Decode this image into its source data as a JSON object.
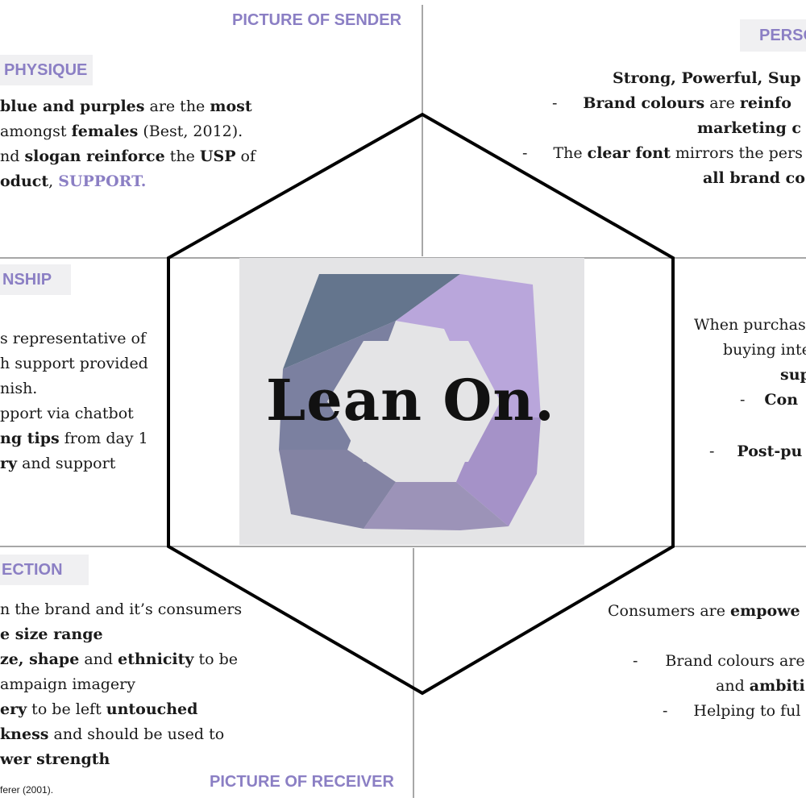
{
  "headings": {
    "picture_of_sender": "PICTURE OF SENDER",
    "picture_of_receiver": "PICTURE OF RECEIVER",
    "physique": "PHYSIQUE",
    "personality": "PERSO",
    "relationship": "NSHIP",
    "reflection": "ECTION"
  },
  "logo": {
    "wordmark": "Lean On."
  },
  "physique": {
    "l1_b": "blue and purples",
    "l1_a": " are the ",
    "l1_c": "most",
    "l2_a": " amongst ",
    "l2_b": "females",
    "l2_c": " (Best, 2012).",
    "l3_a": "nd ",
    "l3_b": "slogan reinforce",
    "l3_c": " the ",
    "l3_d": "USP",
    "l3_e": " of",
    "l4_a": "oduct",
    "l4_b": ", ",
    "l4_c": "SUPPORT."
  },
  "personality": {
    "l1": "Strong, Powerful, Sup",
    "l2_dash": "-",
    "l2_b": "Brand colours",
    "l2_a": " are ",
    "l2_c": "reinfo",
    "l3": "marketing c",
    "l4_dash": "-",
    "l4_a": "The ",
    "l4_b": "clear font",
    "l4_c": " mirrors the pers",
    "l5": "all brand co"
  },
  "relationship": {
    "l1": "s representative of",
    "l2": "h support provided",
    "l3": "nish.",
    "l4": "pport via chatbot",
    "l5_b": "ng tips",
    "l5_a": " from day 1",
    "l6_b": "ry",
    "l6_a": " and support"
  },
  "culture": {
    "l1": "When purchas",
    "l2": "buying inte",
    "l3": "sup",
    "l4_dash": "-",
    "l4": "Con",
    "l5_dash": "-",
    "l5": "Post-pu"
  },
  "reflection": {
    "l1": "n the brand and it’s consumers",
    "l2": "e size range",
    "l3_b": "ze, shape",
    "l3_a": " and ",
    "l3_c": "ethnicity",
    "l3_d": " to be",
    "l4": "ampaign imagery",
    "l5_b": "ery",
    "l5_a": " to be left ",
    "l5_c": "untouched",
    "l6_b": "kness",
    "l6_a": " and should be used to",
    "l7": "wer strength",
    "credit": "ferer (2001)."
  },
  "self_image": {
    "l1_a": "Consumers are ",
    "l1_b": "empowe",
    "l2_dash": "-",
    "l2": "Brand colours are",
    "l3_a": "and ",
    "l3_b": "ambiti",
    "l4_dash": "-",
    "l4": "Helping to ful"
  },
  "colors": {
    "accent": "#8b7fc4",
    "lines": "#8a8a8a",
    "hexagon": "#000000"
  }
}
